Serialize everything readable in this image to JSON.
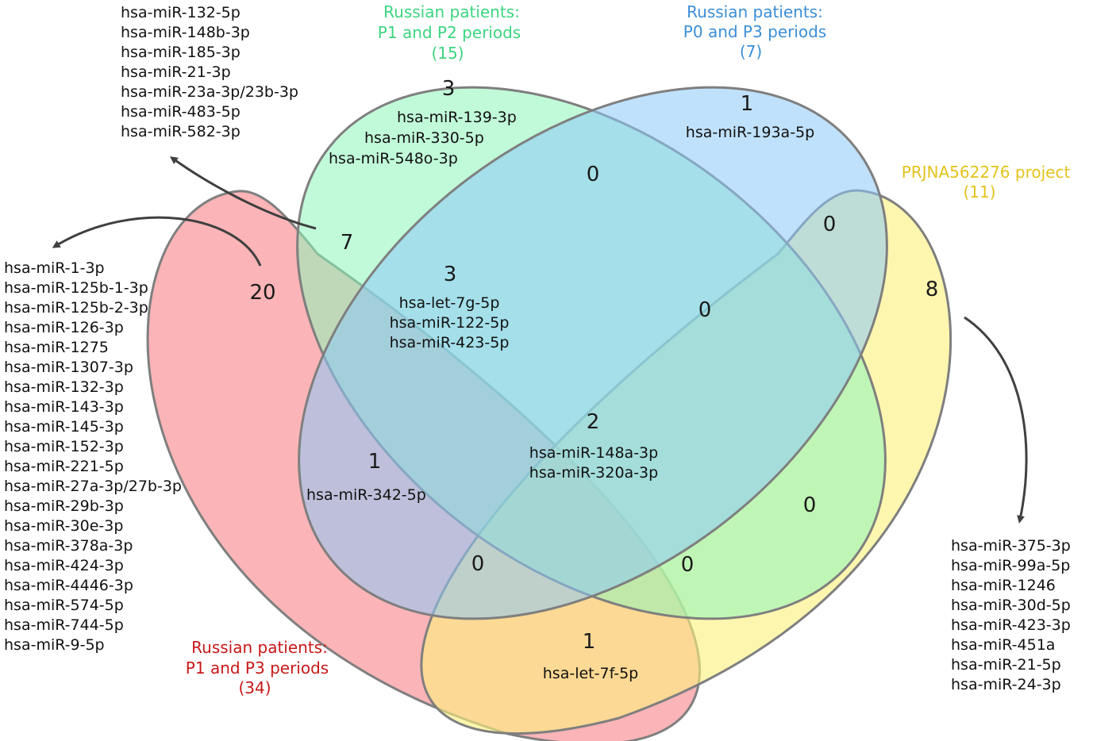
{
  "colors": {
    "set_a": "#f9868b",
    "set_b": "#8ef5b9",
    "set_c": "#8cc8f8",
    "set_d": "#fcf17e",
    "label_a": "#c81818",
    "label_b": "#3cd57f",
    "label_c": "#3b8ed7",
    "label_d": "#e3c31d",
    "outline": "#7f7f7f"
  },
  "sets": {
    "a": {
      "name_1": "Russian patients:",
      "name_2": "P1 and P3 periods",
      "size": "(34)"
    },
    "b": {
      "name_1": "Russian patients:",
      "name_2": "P1 and P2 periods",
      "size": "(15)"
    },
    "c": {
      "name_1": "Russian patients:",
      "name_2": "P0 and P3 periods",
      "size": "(7)"
    },
    "d": {
      "name_1": "PRJNA562276 project",
      "size": "(11)"
    }
  },
  "regions": {
    "a_only": {
      "count": "20"
    },
    "b_only": {
      "count": "3",
      "items": [
        "hsa-miR-139-3p",
        "hsa-miR-330-5p",
        "hsa-miR-548o-3p"
      ]
    },
    "c_only": {
      "count": "1",
      "items": [
        "hsa-miR-193a-5p"
      ]
    },
    "d_only": {
      "count": "8"
    },
    "ab": {
      "count": "7"
    },
    "bc": {
      "count": "0"
    },
    "cd": {
      "count": "0"
    },
    "abc": {
      "count": "3",
      "items": [
        "hsa-let-7g-5p",
        "hsa-miR-122-5p",
        "hsa-miR-423-5p"
      ]
    },
    "bcd": {
      "count": "0"
    },
    "ac": {
      "count": "1",
      "items": [
        "hsa-miR-342-5p"
      ]
    },
    "abcd": {
      "count": "2",
      "items": [
        "hsa-miR-148a-3p",
        "hsa-miR-320a-3p"
      ]
    },
    "bd": {
      "count": "0"
    },
    "acd": {
      "count": "0"
    },
    "abd": {
      "count": "0"
    },
    "ad": {
      "count": "1",
      "items": [
        "hsa-let-7f-5p"
      ]
    }
  },
  "lists": {
    "ab_list": [
      "hsa-miR-132-5p",
      "hsa-miR-148b-3p",
      "hsa-miR-185-3p",
      "hsa-miR-21-3p",
      "hsa-miR-23a-3p/23b-3p",
      "hsa-miR-483-5p",
      "hsa-miR-582-3p"
    ],
    "a_list": [
      "hsa-miR-1-3p",
      "hsa-miR-125b-1-3p",
      "hsa-miR-125b-2-3p",
      "hsa-miR-126-3p",
      "hsa-miR-1275",
      "hsa-miR-1307-3p",
      "hsa-miR-132-3p",
      "hsa-miR-143-3p",
      "hsa-miR-145-3p",
      "hsa-miR-152-3p",
      "hsa-miR-221-5p",
      "hsa-miR-27a-3p/27b-3p",
      "hsa-miR-29b-3p",
      "hsa-miR-30e-3p",
      "hsa-miR-378a-3p",
      "hsa-miR-424-3p",
      "hsa-miR-4446-3p",
      "hsa-miR-574-5p",
      "hsa-miR-744-5p",
      "hsa-miR-9-5p"
    ],
    "d_list": [
      "hsa-miR-375-3p",
      "hsa-miR-99a-5p",
      "hsa-miR-1246",
      "hsa-miR-30d-5p",
      "hsa-miR-423-3p",
      "hsa-miR-451a",
      "hsa-miR-21-5p",
      "hsa-miR-24-3p"
    ]
  }
}
